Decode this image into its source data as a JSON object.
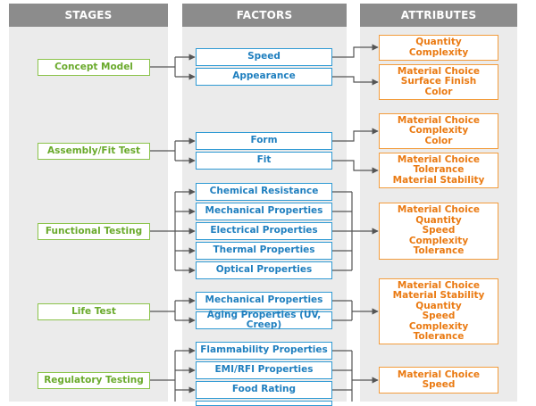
{
  "headers": {
    "stages": "STAGES",
    "factors": "FACTORS",
    "attributes": "ATTRIBUTES"
  },
  "stages": {
    "concept_model": "Concept Model",
    "assembly_fit_test": "Assembly/Fit Test",
    "functional_testing": "Functional Testing",
    "life_test": "Life Test",
    "regulatory_testing": "Regulatory Testing"
  },
  "factors": {
    "speed": "Speed",
    "appearance": "Appearance",
    "form": "Form",
    "fit": "Fit",
    "chemical_resistance": "Chemical Resistance",
    "mechanical_properties": "Mechanical Properties",
    "electrical_properties": "Electrical Properties",
    "thermal_properties": "Thermal Properties",
    "optical_properties": "Optical Properties",
    "life_mechanical_properties": "Mechanical Properties",
    "aging_properties": "Aging Properties (UV, Creep)",
    "flammability_properties": "Flammability Properties",
    "emi_rfi_properties": "EMI/RFI Properties",
    "food_rating": "Food Rating"
  },
  "attributes": {
    "a1": [
      "Quantity",
      "Complexity"
    ],
    "a2": [
      "Material Choice",
      "Surface Finish",
      "Color"
    ],
    "a3": [
      "Material Choice",
      "Complexity",
      "Color"
    ],
    "a4": [
      "Material Choice",
      "Tolerance",
      "Material Stability"
    ],
    "a5": [
      "Material Choice",
      "Quantity",
      "Speed",
      "Complexity",
      "Tolerance"
    ],
    "a6": [
      "Material Choice",
      "Material Stability",
      "Quantity",
      "Speed",
      "Complexity",
      "Tolerance"
    ],
    "a7": [
      "Material Choice",
      "Speed"
    ]
  },
  "colors": {
    "stage": "#8bc34a",
    "factor": "#2f9ad4",
    "attribute": "#f39c3c",
    "header": "#8c8c8c",
    "column_background": "#ebebeb",
    "connector": "#555555"
  }
}
